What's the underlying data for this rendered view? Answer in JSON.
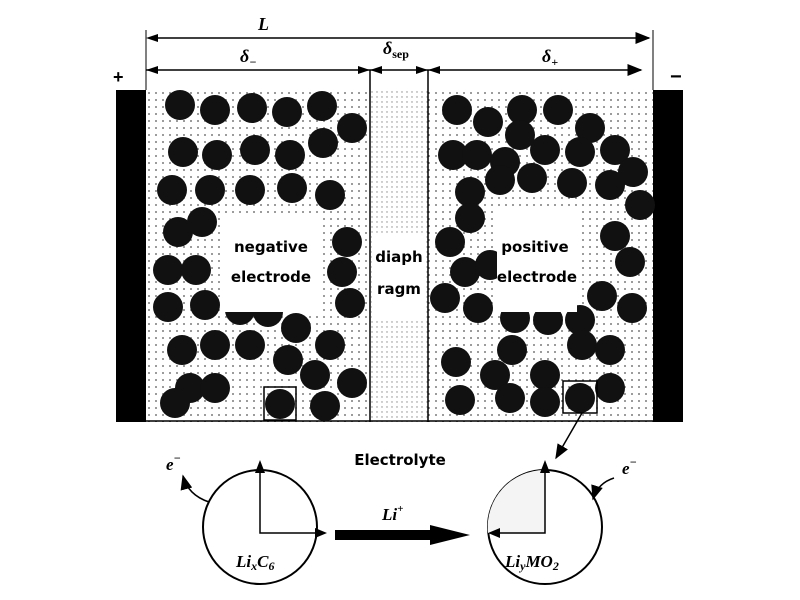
{
  "dimensions": {
    "total": "L",
    "negative": "δ",
    "negative_sub": "−",
    "separator": "δ",
    "separator_sub": "sep",
    "positive": "δ",
    "positive_sub": "+"
  },
  "terminals": {
    "left": "+",
    "right": "−"
  },
  "regions": {
    "negative_line1": "negative",
    "negative_line2": "electrode",
    "separator_line1": "diaph",
    "separator_line2": "ragm",
    "positive_line1": "positive",
    "positive_line2": "electrode"
  },
  "electrolyte_label": "Electrolyte",
  "ion": {
    "base": "Li",
    "sup": "+"
  },
  "electron_left": {
    "base": "e",
    "sup": "−"
  },
  "electron_right": {
    "base": "e",
    "sup": "−"
  },
  "anode_particle": {
    "a": "Li",
    "b": "x",
    "c": "C",
    "d": "6"
  },
  "cathode_particle": {
    "a": "Li",
    "b": "y",
    "c": "MO",
    "d": "2"
  },
  "colors": {
    "ink": "#000000",
    "background": "#ffffff",
    "dots": "#555555"
  }
}
